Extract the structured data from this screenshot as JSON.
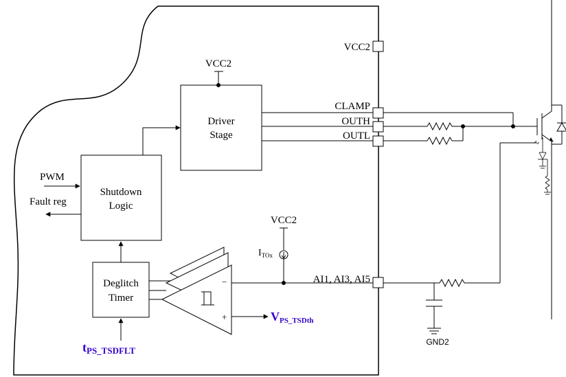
{
  "blocks": {
    "driver_stage": [
      "Driver",
      "Stage"
    ],
    "shutdown_logic": [
      "Shutdown",
      "Logic"
    ],
    "deglitch_timer": [
      "Deglitch",
      "Timer"
    ]
  },
  "supplies": {
    "vcc2_driver": "VCC2",
    "vcc2_pin": "VCC2",
    "vcc2_current_source": "VCC2",
    "gnd2": "GND2"
  },
  "pins": {
    "clamp": "CLAMP",
    "outh": "OUTH",
    "outl": "OUTL",
    "ai": "AI1, AI3, AI5"
  },
  "signals": {
    "pwm": "PWM",
    "fault_reg": "Fault reg",
    "current_source_main": "I",
    "current_source_sub": "TOx",
    "threshold_main": "V",
    "threshold_sub": "PS_TSDth",
    "deglitch_time_main": "t",
    "deglitch_time_sub": "PS_TSDFLT"
  },
  "comparator": {
    "minus": "−",
    "plus": "+"
  },
  "colors": {
    "line": "#000000",
    "accent": "#3300cc"
  }
}
